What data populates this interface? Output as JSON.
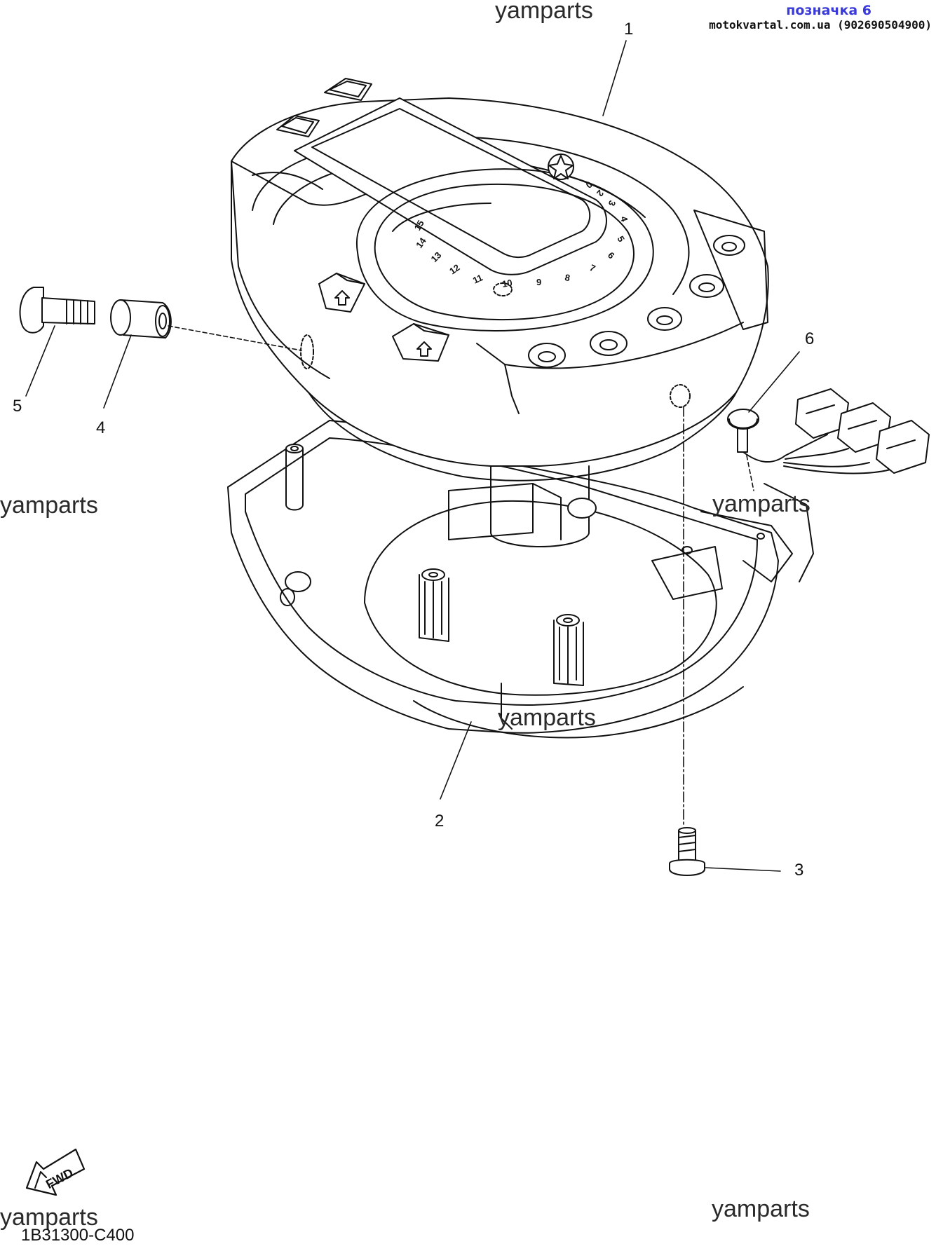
{
  "header": {
    "tag": "позначка 6",
    "site": "motokvartal.com.ua (902690504900)"
  },
  "watermarks": [
    "yamparts",
    "yamparts",
    "yamparts",
    "yamparts",
    "yamparts",
    "yamparts"
  ],
  "callouts": [
    "1",
    "2",
    "3",
    "4",
    "5",
    "6"
  ],
  "dial_numbers": [
    "15",
    "14",
    "13",
    "12",
    "11",
    "10",
    "9",
    "8",
    "7",
    "6",
    "5",
    "4",
    "3",
    "2",
    "0"
  ],
  "fwd_label": "FWD",
  "diagram_code": "1B31300-C400"
}
